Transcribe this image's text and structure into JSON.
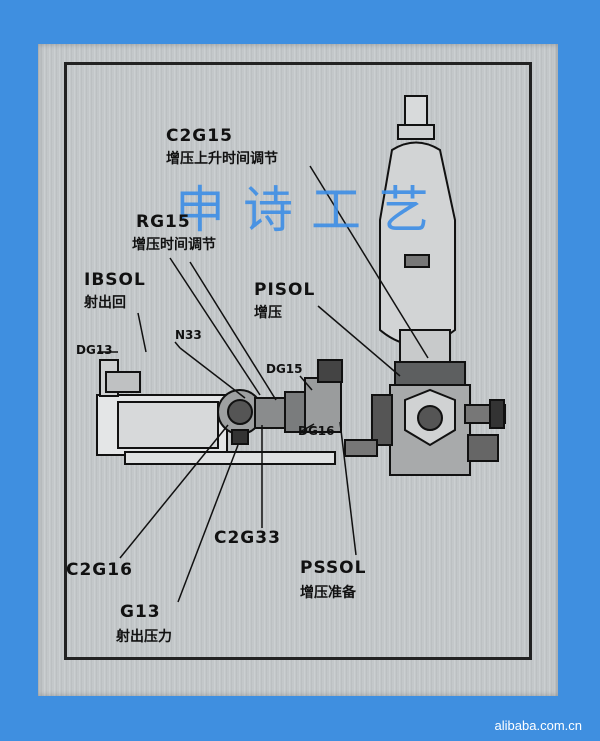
{
  "labels": {
    "c2g15": "C2G15",
    "c2g15_zh": "增压上升时间调节",
    "rg15": "RG15",
    "rg15_zh": "增压时间调节",
    "ibsol": "IBSOL",
    "ibsol_zh": "射出回",
    "dg13": "DG13",
    "n33": "N33",
    "pisol": "PISOL",
    "pisol_zh": "增压",
    "dg15": "DG15",
    "dg16": "DG16",
    "c2g33": "C2G33",
    "c2g16": "C2G16",
    "pssol": "PSSOL",
    "pssol_zh": "增压准备",
    "g13": "G13",
    "g13_zh": "射出压力"
  },
  "watermark": "申诗工艺",
  "footer": "alibaba.com.cn"
}
